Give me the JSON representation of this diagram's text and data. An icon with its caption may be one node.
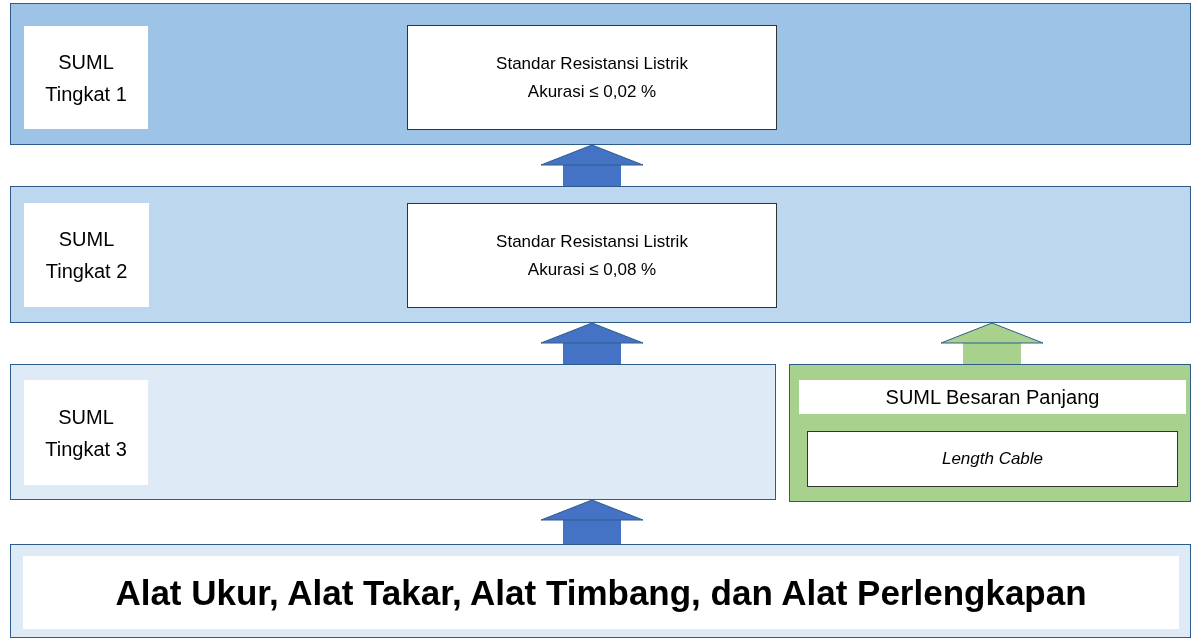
{
  "diagram": {
    "nodes": [
      {
        "text": [],
        "shape": "band"
      },
      {
        "text": [
          "SUML Tingkat 1"
        ],
        "in": 0
      },
      {
        "text": [
          "Standar Resistansi Listrik",
          "Akurasi ≤ 0,02 %"
        ],
        "in": 0
      },
      {
        "text": [],
        "shape": "band"
      },
      {
        "text": [
          "SUML Tingkat 2"
        ],
        "in": 3
      },
      {
        "text": [
          "Standar Resistansi Listrik",
          "Akurasi ≤ 0,08 %"
        ],
        "in": 3
      },
      {
        "text": [],
        "shape": "band"
      },
      {
        "text": [
          "SUML Tingkat 3"
        ],
        "in": 6
      },
      {
        "text": [],
        "shape": "band"
      },
      {
        "text": [
          "SUML Besaran Panjang"
        ],
        "in": 8
      },
      {
        "text": [
          "Length Cable"
        ],
        "in": 8
      },
      {
        "text": [],
        "shape": "band"
      },
      {
        "text": [
          "Alat Ukur, Alat Takar, Alat Timbang, dan Alat Perlengkapan"
        ],
        "in": 11
      }
    ],
    "edges": [
      {
        "from": 11,
        "to": 6,
        "arrow": "to"
      },
      {
        "from": 6,
        "to": 3,
        "arrow": "to"
      },
      {
        "from": 8,
        "to": 3,
        "arrow": "to",
        "color": "#a9d18e"
      },
      {
        "from": 3,
        "to": 0,
        "arrow": "to"
      }
    ]
  }
}
